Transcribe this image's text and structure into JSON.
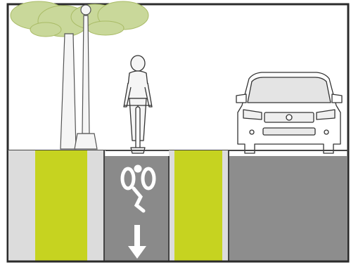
{
  "diagram": {
    "kind": "street-cross-section",
    "elements": [
      {
        "name": "street-tree",
        "depiction": "tree-icon"
      },
      {
        "name": "street-lamp",
        "depiction": "lamp-post-icon"
      },
      {
        "name": "cyclist",
        "depiction": "bicycle-rider-icon"
      },
      {
        "name": "car",
        "depiction": "car-front-icon"
      },
      {
        "name": "bike-lane-marking",
        "depiction": "bicycle-symbol-icon"
      },
      {
        "name": "direction-arrow",
        "depiction": "down-arrow-icon"
      }
    ],
    "colors": {
      "frame": "#2b2b2b",
      "sidewalk": "#dcdcdc",
      "planting-strip": "#c6d320",
      "bike-lane": "#8a8a8a",
      "roadway": "#8d8d8d",
      "foliage": "#c9d89a",
      "ground-line": "#444444"
    }
  }
}
